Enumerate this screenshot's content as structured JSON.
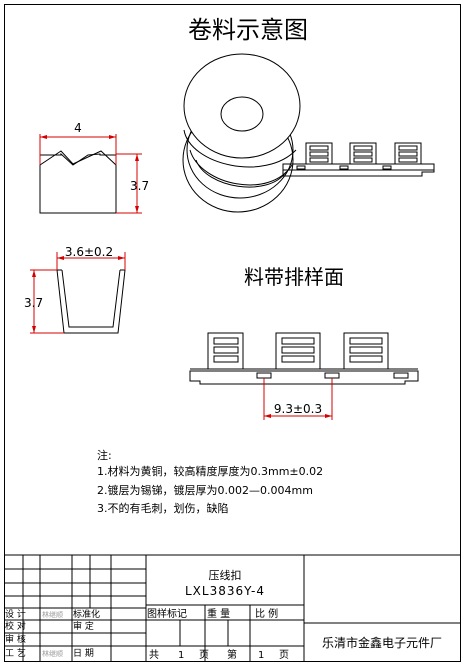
{
  "titles": {
    "main": "卷料示意图",
    "strip": "料带排样面"
  },
  "dims": {
    "top_width": "4",
    "top_height": "3.7",
    "section_width": "3.6±0.2",
    "section_height": "3.7",
    "pitch": "9.3±0.3"
  },
  "notes": {
    "heading": "注:",
    "items": [
      "1.材料为黄铜，较高精度厚度为0.3mm±0.02",
      "2.镀层为锡锑，镀层厚为0.002—0.004mm",
      "3.不的有毛刺，划伤，缺陷"
    ]
  },
  "title_block": {
    "part_name": "压线扣",
    "part_number": "LXL3836Y-4",
    "company": "乐清市金鑫电子元件厂",
    "rows": [
      {
        "label": "设 计",
        "sig": "林继顺",
        "label2": "标准化"
      },
      {
        "label": "校 对",
        "sig": "",
        "label2": "审 定"
      },
      {
        "label": "审 核",
        "sig": "",
        "label2": ""
      },
      {
        "label": "工 艺",
        "sig": "林继顺",
        "label2": "日 期"
      }
    ],
    "mark_headers": [
      "图样标记",
      "重 量",
      "比 例"
    ],
    "sheet_info": {
      "total_label": "共",
      "total": "1",
      "page_unit": "页",
      "current_label": "第",
      "current": "1",
      "page_unit2": "页"
    }
  },
  "colors": {
    "dimension": "#d40000",
    "line": "#000000",
    "signature": "#9a9a9a"
  }
}
